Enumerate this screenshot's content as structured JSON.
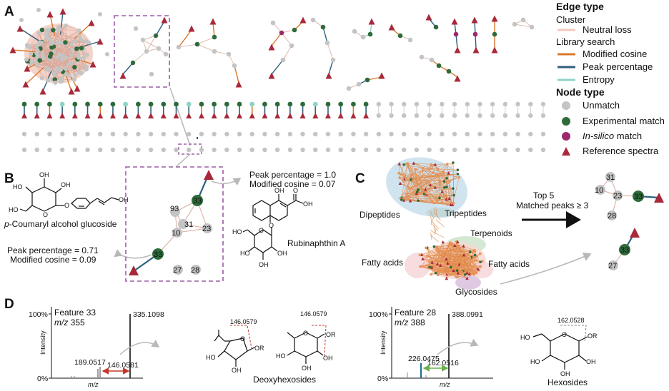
{
  "panels": {
    "a": "A",
    "b": "B",
    "c": "C",
    "d": "D"
  },
  "colors": {
    "neutral_loss": "#f1c9bd",
    "modified_cosine": "#d9792b",
    "peak_percentage": "#2e5f7a",
    "entropy": "#8fd3c6",
    "unmatch": "#c4c4c4",
    "experimental_match": "#2e6b3a",
    "insilico_match": "#9b2a6c",
    "reference_spectra": "#a8293a",
    "dashed_box": "#9b5fa6",
    "arrow_gray": "#b8b8b8"
  },
  "legend": {
    "edge_title": "Edge type",
    "cluster": "Cluster",
    "neutral_loss": "Neutral loss",
    "library_search": "Library search",
    "modified_cosine": "Modified cosine",
    "peak_percentage": "Peak percentage",
    "entropy": "Entropy",
    "node_title": "Node type",
    "unmatch": "Unmatch",
    "experimental_match": "Experimental match",
    "insilico_prefix": "In-silico",
    "insilico_suffix": " match",
    "reference_spectra": "Reference spectra"
  },
  "panel_b": {
    "compound_left_prefix": "p",
    "compound_left_rest": "-Coumaryl alcohol glucoside",
    "left_note_1": "Peak percentage = 0.71",
    "left_note_2": "Modified cosine = 0.09",
    "right_note_1": "Peak percentage = 1.0",
    "right_note_2": "Modified cosine = 0.07",
    "compound_right": "Rubinaphthin A",
    "nodes": {
      "n33a": "33",
      "n33b": "33",
      "n93": "93",
      "n31": "31",
      "n23": "23",
      "n10": "10",
      "n27": "27",
      "n28": "28"
    },
    "atoms": {
      "oh": "OH",
      "ho": "HO",
      "o": "O"
    }
  },
  "panel_c": {
    "dipeptides": "Dipeptides",
    "tripeptides": "Tripeptides",
    "terpenoids": "Terpenoids",
    "fatty_acids_left": "Fatty acids",
    "fatty_acids_right": "Fatty acids",
    "glycosides": "Glycosides",
    "arrow_top": "Top 5",
    "arrow_bottom": "Matched peaks ≥ 3",
    "nodes": {
      "n31": "31",
      "n10": "10",
      "n23": "23",
      "n33a": "33",
      "n28": "28",
      "n33b": "33",
      "n27": "27"
    }
  },
  "panel_d": {
    "spec1": {
      "feature": "Feature 33",
      "mz_prefix": "m/z",
      "mz_value": " 355",
      "top_peak": "335.1098",
      "low_peak": "189.0517",
      "loss": "146.0581",
      "y100": "100%",
      "y0": "0%",
      "ylabel": "Intensity",
      "xlabel": "m/z"
    },
    "struct1": {
      "mass_a": "146.0579",
      "mass_b": "146.0579",
      "caption": "Deoxyhexosides"
    },
    "spec2": {
      "feature": "Feature 28",
      "mz_prefix": "m/z",
      "mz_value": " 388",
      "top_peak": "388.0991",
      "low_peak": "226.0475",
      "loss": "162.0516",
      "y100": "100%",
      "y0": "0%",
      "ylabel": "Intensity",
      "xlabel": "m/z"
    },
    "struct2": {
      "mass": "162.0528",
      "caption": "Hexosides"
    },
    "atoms": {
      "or": "OR",
      "ho": "HO",
      "oh": "OH",
      "o": "O"
    }
  }
}
